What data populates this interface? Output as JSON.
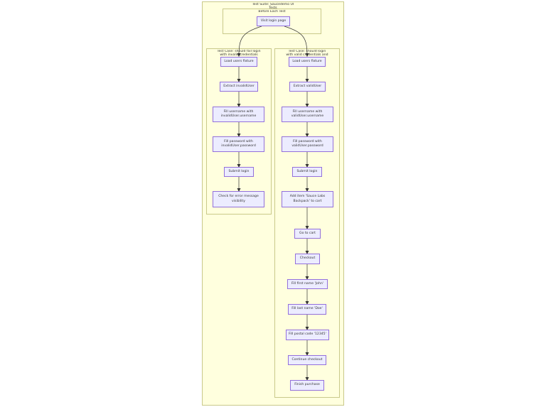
{
  "suite": {
    "title": "Test Suite: Saucedemo UI\nTests"
  },
  "before_each": {
    "title": "Before Each Test",
    "nodes": [
      {
        "id": "visit",
        "label": "Visit login page"
      }
    ]
  },
  "fail_case": {
    "title": "Test Case: should fail login\nwith invalid credentials",
    "nodes": [
      {
        "id": "f1",
        "label": "Load users fixture"
      },
      {
        "id": "f2",
        "label": "Extract invalidUser"
      },
      {
        "id": "f3",
        "label": "Fill username with\ninvalidUser.username"
      },
      {
        "id": "f4",
        "label": "Fill password with\ninvalidUser.password"
      },
      {
        "id": "f5",
        "label": "Submit login"
      },
      {
        "id": "f6",
        "label": "Check for error message\nvisibility"
      }
    ]
  },
  "pass_case": {
    "title": "Test Case: should login\nwith valid credentials and",
    "nodes": [
      {
        "id": "p1",
        "label": "Load users fixture"
      },
      {
        "id": "p2",
        "label": "Extract validUser"
      },
      {
        "id": "p3",
        "label": "Fill username with\nvalidUser.username"
      },
      {
        "id": "p4",
        "label": "Fill password with\nvalidUser.password"
      },
      {
        "id": "p5",
        "label": "Submit login"
      },
      {
        "id": "p6",
        "label": "Add item 'Sauce Labs\nBackpack' to cart"
      },
      {
        "id": "p7",
        "label": "Go to cart"
      },
      {
        "id": "p8",
        "label": "Checkout"
      },
      {
        "id": "p9",
        "label": "Fill first name 'John'"
      },
      {
        "id": "p10",
        "label": "Fill last name 'Doe'"
      },
      {
        "id": "p11",
        "label": "Fill postal code '12345'"
      },
      {
        "id": "p12",
        "label": "Continue checkout"
      },
      {
        "id": "p13",
        "label": "Finish purchase"
      }
    ]
  },
  "colors": {
    "cluster_fill": "#ffffde",
    "cluster_border": "#c9c98a",
    "node_fill": "#ececff",
    "node_border": "#9370db",
    "edge": "#333333"
  }
}
